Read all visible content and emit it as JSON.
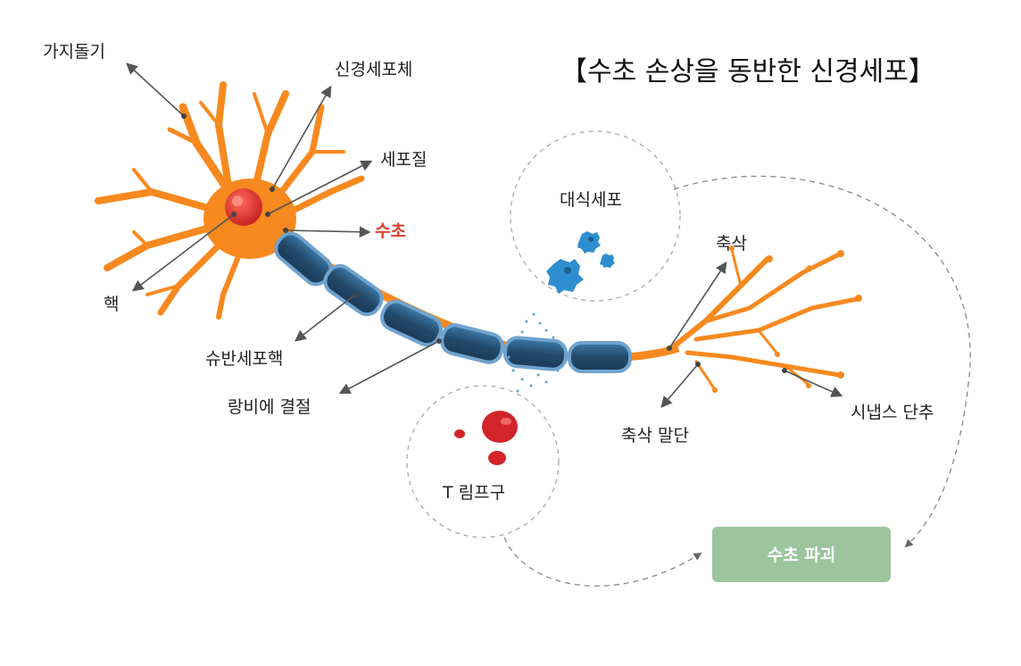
{
  "title": "【수초 손상을 동반한 신경세포】",
  "labels": {
    "dendrite": "가지돌기",
    "cell_body": "신경세포체",
    "cytoplasm": "세포질",
    "myelin": "수초",
    "nucleus": "핵",
    "schwann_nucleus": "슈반세포핵",
    "ranvier_node": "랑비에 결절",
    "macrophage": "대식세포",
    "t_lymphocyte": "T 림프구",
    "axon": "축삭",
    "axon_terminal": "축삭 말단",
    "synaptic_terminal": "시냅스 단추"
  },
  "result_box": {
    "label": "수초 파괴"
  },
  "colors": {
    "neuron": "#f7891f",
    "nucleus": "#d82a25",
    "myelin": "#2f5f86",
    "myelin_edge": "#6fa3cf",
    "macrophage": "#2e8ed0",
    "lymphocyte": "#d3232b",
    "result_box": "#9cc59e",
    "accent_red": "#d9412b"
  }
}
